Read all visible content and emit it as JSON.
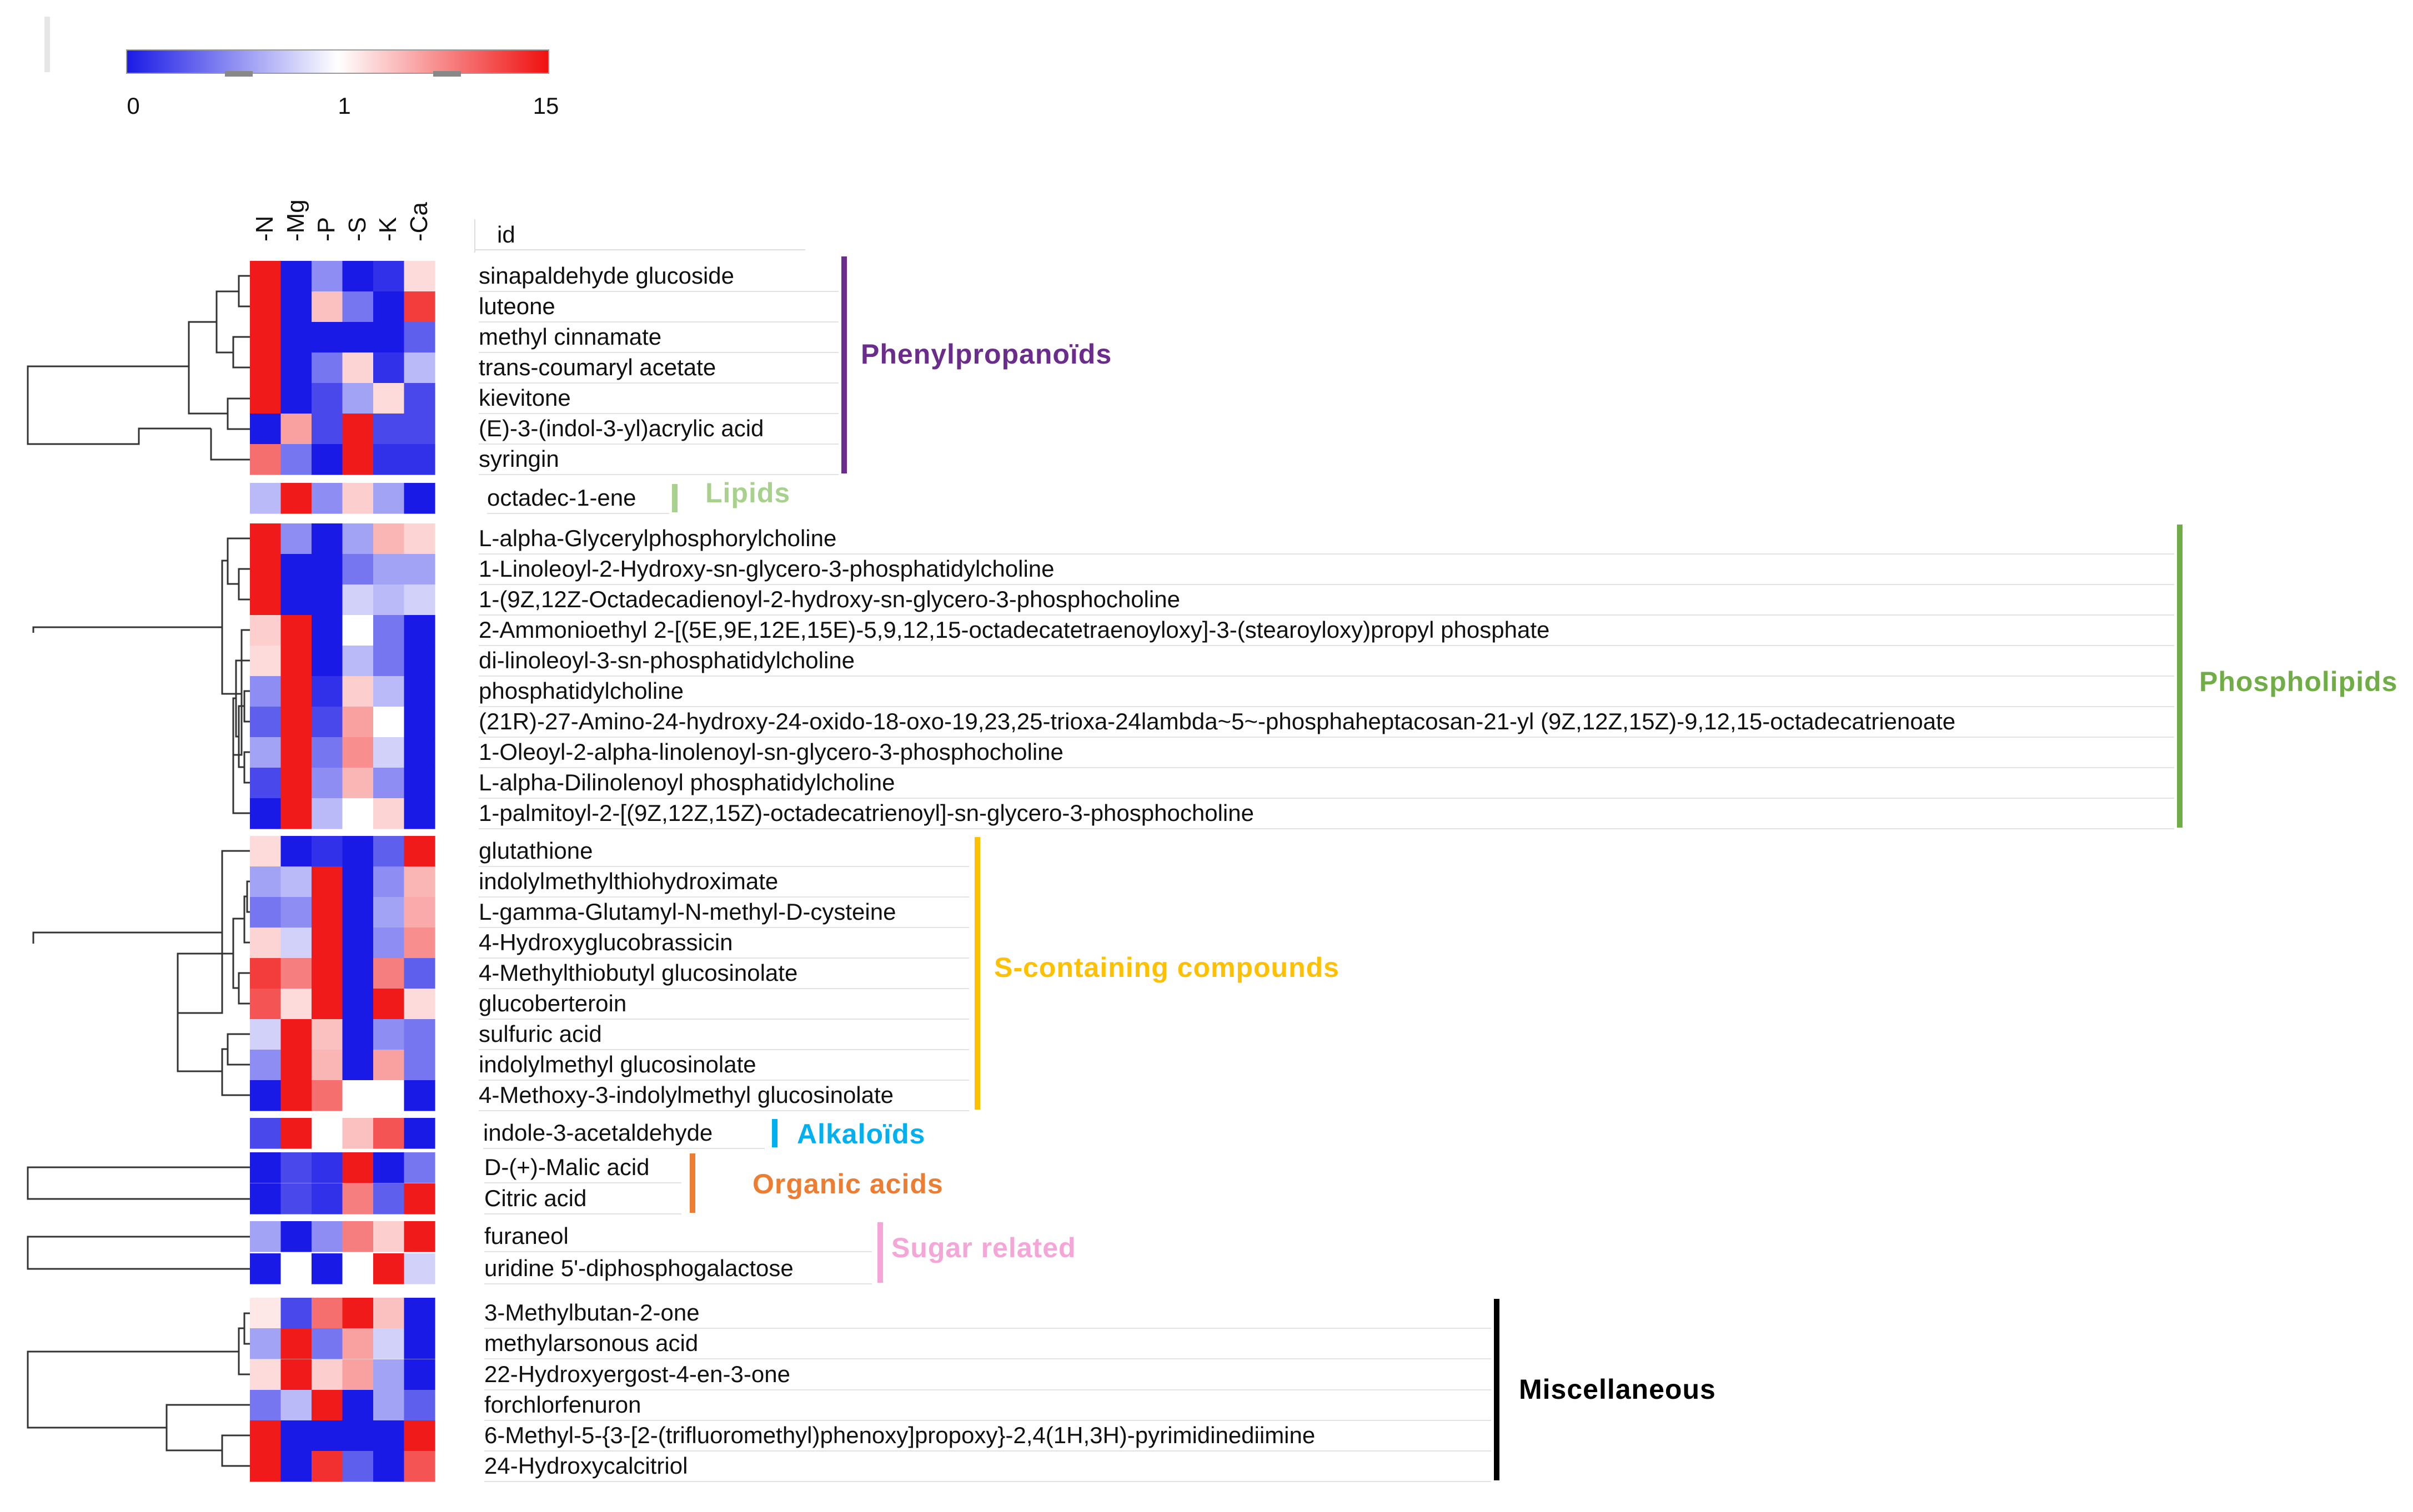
{
  "chart_data": {
    "type": "heatmap",
    "columns": [
      "-N",
      "-Mg",
      "-P",
      "-S",
      "-K",
      "-Ca"
    ],
    "id_header": "id",
    "color_scale": {
      "ticks": [
        "0",
        "1",
        "15"
      ],
      "low_color": "#1a1ae6",
      "mid_color": "#ffffff",
      "high_color": "#f01010"
    },
    "groups": [
      {
        "name": "Phenylpropanoïds",
        "color": "#6b2d8c",
        "rows": [
          {
            "id": "sinapaldehyde glucoside",
            "values": [
              14,
              0,
              0.5,
              0,
              0.1,
              1.6
            ]
          },
          {
            "id": "luteone",
            "values": [
              14,
              0,
              2.5,
              0.4,
              0,
              11
            ]
          },
          {
            "id": "methyl cinnamate",
            "values": [
              14,
              0,
              0,
              0,
              0,
              0.3
            ]
          },
          {
            "id": "trans-coumaryl acetate",
            "values": [
              14,
              0,
              0.4,
              1.8,
              0.1,
              0.7
            ]
          },
          {
            "id": "kievitone",
            "values": [
              14,
              0,
              0.2,
              0.6,
              1.6,
              0.2
            ]
          },
          {
            "id": "(E)-3-(indol-3-yl)acrylic acid",
            "values": [
              0,
              4,
              0.2,
              14,
              0.2,
              0.2
            ]
          },
          {
            "id": "syringin",
            "values": [
              7,
              0.4,
              0,
              14,
              0.1,
              0.1
            ]
          }
        ]
      },
      {
        "name": "Lipids",
        "color": "#a9d18e",
        "rows": [
          {
            "id": "octadec-1-ene",
            "values": [
              0.7,
              14,
              0.5,
              2,
              0.6,
              0
            ]
          }
        ]
      },
      {
        "name": "Phospholipids",
        "color": "#70ad47",
        "rows": [
          {
            "id": "L-alpha-Glycerylphosphorylcholine",
            "values": [
              14,
              0.5,
              0,
              0.6,
              3,
              1.8
            ]
          },
          {
            "id": "1-Linoleoyl-2-Hydroxy-sn-glycero-3-phosphatidylcholine",
            "values": [
              14,
              0,
              0,
              0.4,
              0.6,
              0.6
            ]
          },
          {
            "id": "1-(9Z,12Z-Octadecadienoyl-2-hydroxy-sn-glycero-3-phosphocholine",
            "values": [
              14,
              0,
              0,
              0.8,
              0.7,
              0.8
            ]
          },
          {
            "id": "2-Ammonioethyl 2-[(5E,9E,12E,15E)-5,9,12,15-octadecatetraenoyloxy]-3-(stearoyloxy)propyl phosphate",
            "values": [
              2,
              14,
              0,
              1,
              0.4,
              0
            ]
          },
          {
            "id": "di-linoleoyl-3-sn-phosphatidylcholine",
            "values": [
              1.6,
              14,
              0,
              0.7,
              0.4,
              0
            ]
          },
          {
            "id": "phosphatidylcholine",
            "values": [
              0.5,
              14,
              0.1,
              2,
              0.7,
              0
            ]
          },
          {
            "id": "(21R)-27-Amino-24-hydroxy-24-oxido-18-oxo-19,23,25-trioxa-24lambda~5~-phosphaheptacosan-21-yl (9Z,12Z,15Z)-9,12,15-octadecatrienoate",
            "values": [
              0.3,
              14,
              0.2,
              4,
              1,
              0
            ]
          },
          {
            "id": "1-Oleoyl-2-alpha-linolenoyl-sn-glycero-3-phosphocholine",
            "values": [
              0.6,
              14,
              0.4,
              5,
              0.8,
              0
            ]
          },
          {
            "id": "L-alpha-Dilinolenoyl phosphatidylcholine",
            "values": [
              0.2,
              14,
              0.5,
              3,
              0.5,
              0
            ]
          },
          {
            "id": "1-palmitoyl-2-[(9Z,12Z,15Z)-octadecatrienoyl]-sn-glycero-3-phosphocholine",
            "values": [
              0,
              14,
              0.7,
              1,
              1.8,
              0
            ]
          }
        ]
      },
      {
        "name": "S-containing compounds",
        "color": "#ffc000",
        "rows": [
          {
            "id": "glutathione",
            "values": [
              1.6,
              0,
              0.1,
              0,
              0.3,
              14
            ]
          },
          {
            "id": "indolylmethylthiohydroximate",
            "values": [
              0.6,
              0.7,
              14,
              0,
              0.5,
              3
            ]
          },
          {
            "id": "L-gamma-Glutamyl-N-methyl-D-cysteine",
            "values": [
              0.4,
              0.5,
              14,
              0,
              0.6,
              3.5
            ]
          },
          {
            "id": "4-Hydroxyglucobrassicin",
            "values": [
              1.8,
              0.8,
              14,
              0,
              0.5,
              5
            ]
          },
          {
            "id": "4-Methylthiobutyl glucosinolate",
            "values": [
              11,
              6,
              14,
              0,
              6,
              0.3
            ]
          },
          {
            "id": "glucoberteroin",
            "values": [
              9,
              1.6,
              14,
              0,
              14,
              1.6
            ]
          },
          {
            "id": "sulfuric acid",
            "values": [
              0.8,
              14,
              2.5,
              0,
              0.5,
              0.4
            ]
          },
          {
            "id": "indolylmethyl glucosinolate",
            "values": [
              0.5,
              14,
              3,
              0,
              4,
              0.4
            ]
          },
          {
            "id": "4-Methoxy-3-indolylmethyl glucosinolate",
            "values": [
              0,
              14,
              7,
              1,
              1,
              0
            ]
          }
        ]
      },
      {
        "name": "Alkaloïds",
        "color": "#00b0f0",
        "rows": [
          {
            "id": "indole-3-acetaldehyde",
            "values": [
              0.2,
              14,
              1,
              2.5,
              9,
              0
            ]
          }
        ]
      },
      {
        "name": "Organic acids",
        "color": "#ed7d31",
        "rows": [
          {
            "id": "D-(+)-Malic acid",
            "values": [
              0,
              0.2,
              0.1,
              14,
              0,
              0.4
            ]
          },
          {
            "id": "Citric acid",
            "values": [
              0,
              0.2,
              0.1,
              6,
              0.3,
              14
            ]
          }
        ]
      },
      {
        "name": "Sugar related",
        "color": "#f4a6d7",
        "rows": [
          {
            "id": "furaneol",
            "values": [
              0.6,
              0,
              0.5,
              6,
              2,
              14
            ]
          },
          {
            "id": "uridine 5'-diphosphogalactose",
            "values": [
              0,
              1,
              0,
              1,
              14,
              0.8
            ]
          }
        ]
      },
      {
        "name": "Miscellaneous",
        "color": "#000000",
        "rows": [
          {
            "id": "3-Methylbutan-2-one",
            "values": [
              1.3,
              0.2,
              7,
              14,
              2.5,
              0
            ]
          },
          {
            "id": "methylarsonous acid",
            "values": [
              0.6,
              14,
              0.4,
              4,
              0.8,
              0
            ]
          },
          {
            "id": "22-Hydroxyergost-4-en-3-one",
            "values": [
              1.6,
              14,
              2,
              4,
              0.6,
              0
            ]
          },
          {
            "id": "forchlorfenuron",
            "values": [
              0.4,
              0.7,
              14,
              0,
              0.6,
              0.3
            ]
          },
          {
            "id": "6-Methyl-5-{3-[2-(trifluoromethyl)phenoxy]propoxy}-2,4(1H,3H)-pyrimidinediimine",
            "values": [
              14,
              0,
              0,
              0,
              0,
              14
            ]
          },
          {
            "id": "24-Hydroxycalcitriol",
            "values": [
              14,
              0,
              12,
              0.3,
              0,
              9
            ]
          }
        ]
      }
    ]
  }
}
